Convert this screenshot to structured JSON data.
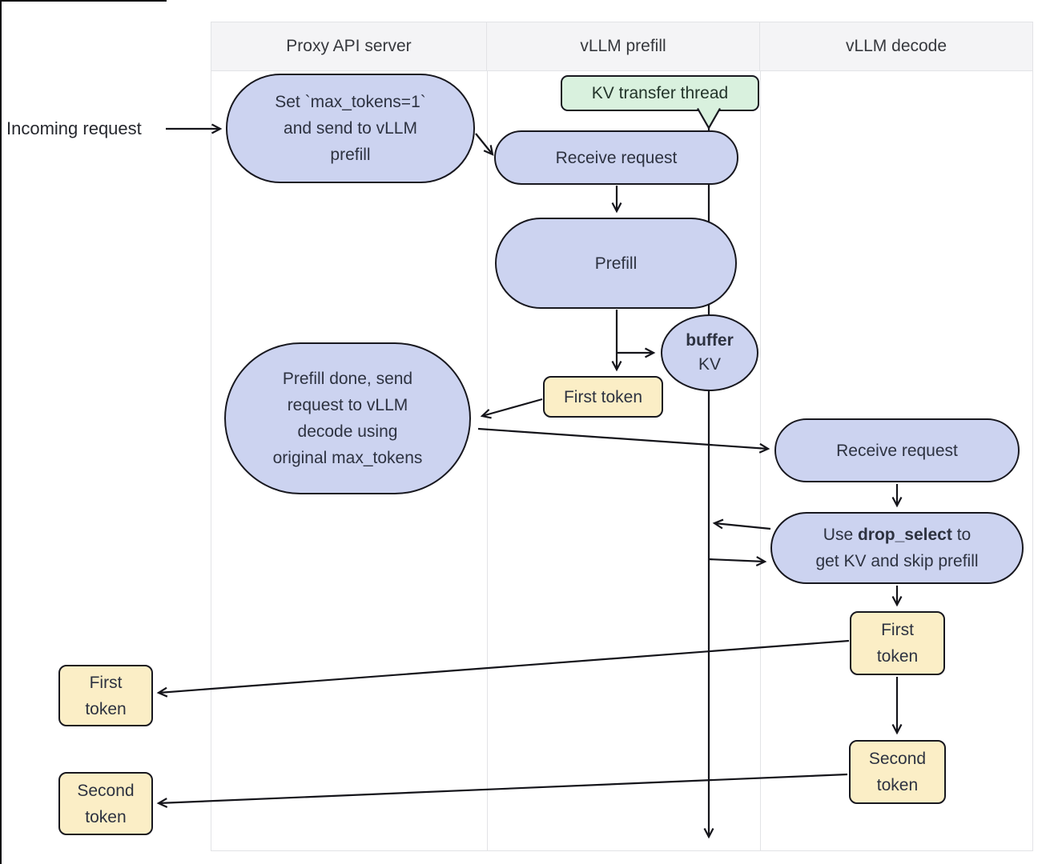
{
  "lanes": {
    "headers": [
      "Proxy API server",
      "vLLM prefill",
      "vLLM decode"
    ]
  },
  "labels": {
    "incoming_request": "Incoming request"
  },
  "nodes": {
    "set_max_tokens": {
      "text": "Set `max_tokens=1`\nand send to vLLM\nprefill"
    },
    "kv_transfer_thread": {
      "text": "KV transfer thread"
    },
    "receive_request_prefill": {
      "text": "Receive request"
    },
    "prefill": {
      "text": "Prefill"
    },
    "buffer_kv": {
      "bold": "buffer",
      "rest": "KV"
    },
    "first_token_prefill": {
      "text": "First token"
    },
    "prefill_done": {
      "text": "Prefill done, send\nrequest to vLLM\ndecode using\noriginal max_tokens"
    },
    "receive_request_decode": {
      "text": "Receive request"
    },
    "drop_select": {
      "pre": "Use ",
      "bold": "drop_select",
      "post": " to",
      "line2": "get KV and skip prefill"
    },
    "first_token_decode": {
      "text": "First\ntoken"
    },
    "second_token_decode": {
      "text": "Second\ntoken"
    },
    "first_token_out": {
      "text": "First\ntoken"
    },
    "second_token_out": {
      "text": "Second\ntoken"
    }
  },
  "colors": {
    "node_fill": "#ccd3f0",
    "node_border": "#18181f",
    "token_fill": "#fbeec6",
    "tag_fill": "#d9f1de",
    "header_bg": "#f4f4f6",
    "table_border": "#e2e3e6",
    "text": "#2d3240",
    "arrow": "#14141a"
  }
}
